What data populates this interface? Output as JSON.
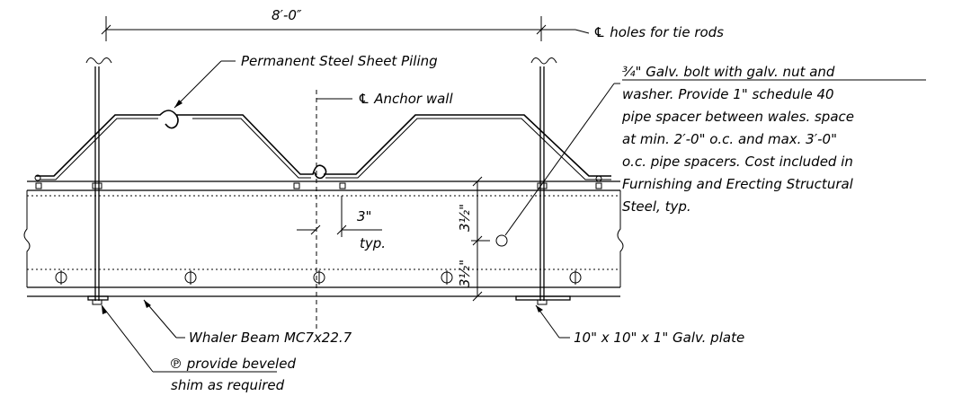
{
  "drawing": {
    "dimension_width": "8′-0″",
    "cl_holes_tie_rods": "℄  holes for tie rods",
    "sheet_piling": "Permanent Steel Sheet Piling",
    "cl_anchor_wall": "℄  Anchor wall",
    "bolt_note": [
      "¾\" Galv. bolt with galv. nut and",
      "washer. Provide 1\" schedule 40",
      "pipe spacer between wales. space",
      "at min. 2′-0\" o.c. and max. 3′-0\"",
      "o.c. pipe spacers.  Cost included in",
      "Furnishing and Erecting Structural",
      "Steel, typ."
    ],
    "dim_3_typ_value": "3\"",
    "dim_3_typ_suffix": "typ.",
    "dim_upper": "3½\"",
    "dim_lower": "3½\"",
    "whaler_beam": "Whaler Beam MC7x22.7",
    "plate": "10\" x 10\" x 1\" Galv. plate",
    "shim_line1": "℗ provide beveled",
    "shim_line2": "shim as required"
  }
}
